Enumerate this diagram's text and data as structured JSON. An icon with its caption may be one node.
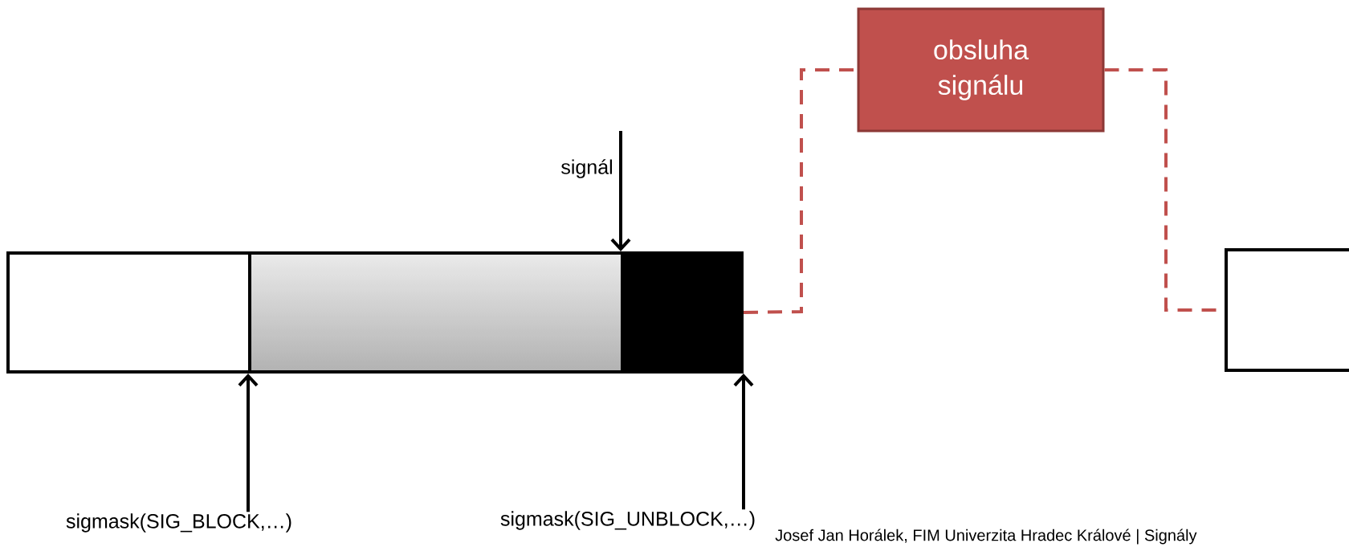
{
  "diagram": {
    "nodes": [
      {
        "text": [],
        "shape": "box"
      },
      {
        "text": [],
        "shape": "box"
      },
      {
        "text": [],
        "shape": "box"
      },
      {
        "text": [
          "obsluha signálu"
        ]
      },
      {
        "text": [],
        "shape": "box"
      },
      {
        "text": [
          "sigmask(SIG_BLOCK,…)"
        ]
      },
      {
        "text": [
          "sigmask(SIG_UNBLOCK,…)"
        ]
      }
    ],
    "edges": [
      {
        "from": null,
        "to": 2,
        "arrow": "to"
      },
      {
        "from": 5,
        "to": 1,
        "arrow": "to"
      },
      {
        "from": 6,
        "to": 2,
        "arrow": "to"
      },
      {
        "from": 2,
        "to": 3,
        "arrow": "none",
        "style": "dashed",
        "color": "#c0504d"
      },
      {
        "from": 3,
        "to": 4,
        "arrow": "none",
        "style": "dashed",
        "color": "#c0504d"
      }
    ],
    "labels": [
      "signál",
      "Josef Jan Horálek, FIM Univerzita Hradec Králové | Signály"
    ]
  }
}
